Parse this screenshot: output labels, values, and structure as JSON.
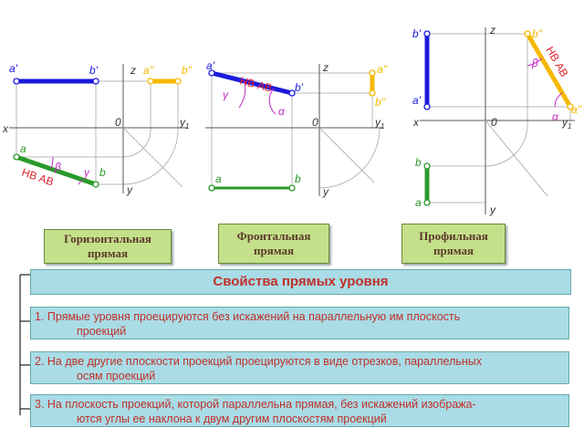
{
  "diagram1": {
    "points": {
      "a_prime": "a'",
      "b_prime": "b'",
      "a_dprime": "a''",
      "b_dprime": "b''",
      "a": "a",
      "b": "b"
    },
    "axes": {
      "x": "x",
      "z": "z",
      "y1": "y",
      "y1_sub": "1",
      "y": "y",
      "origin": "0"
    },
    "true_length": "НВ АВ",
    "angles": [
      "β",
      "γ"
    ]
  },
  "diagram2": {
    "points": {
      "a_prime": "a'",
      "b_prime": "b'",
      "a_dprime": "a''",
      "b_dprime": "b''",
      "a": "a",
      "b": "b"
    },
    "axes": {
      "z": "z",
      "y1": "y",
      "y1_sub": "1",
      "y": "y",
      "origin": "0"
    },
    "true_length": "НВ АВ",
    "angles": [
      "γ",
      "α"
    ]
  },
  "diagram3": {
    "points": {
      "a_prime": "a'",
      "b_prime": "b'",
      "a_dprime": "a''",
      "b_dprime": "b''",
      "a": "a",
      "b": "b"
    },
    "axes": {
      "x": "x",
      "z": "z",
      "y1": "y",
      "y1_sub": "1",
      "y": "y",
      "origin": "0"
    },
    "true_length": "НВ АВ",
    "angles": [
      "β",
      "α"
    ]
  },
  "labels": {
    "horizontal": [
      "Горизонтальная",
      "прямая"
    ],
    "frontal": [
      "Фронтальная",
      "прямая"
    ],
    "profile": [
      "Профильная",
      "прямая"
    ]
  },
  "properties": {
    "title": "Свойства прямых уровня",
    "items": [
      {
        "line1": "1. Прямые уровня проецируются без искажений на параллельную им плоскость",
        "line2": "проекций"
      },
      {
        "line1": "2. На две другие плоскости проекций проецируются в виде отрезков, параллельных",
        "line2": "осям проекций"
      },
      {
        "line1": "3. На плоскость проекций, которой параллельна прямая, без искажений изобража-",
        "line2": "ются углы ее наклона к двум другим плоскостям проекций"
      }
    ]
  },
  "colors": {
    "blue": "#1a1adc",
    "green": "#2a9a2a",
    "yellow": "#f5b800",
    "red": "#e0202a",
    "purple": "#c02ac0"
  }
}
